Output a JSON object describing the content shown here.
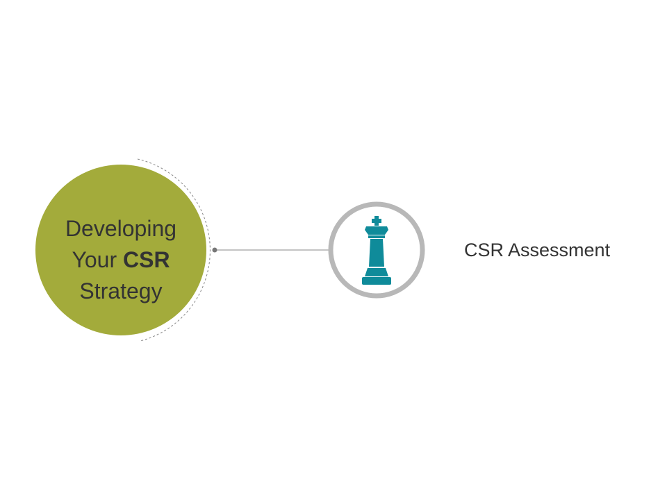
{
  "main_topic": {
    "line1": "Developing",
    "line2_prefix": "Your ",
    "line2_bold": "CSR",
    "line3": "Strategy"
  },
  "assessment": {
    "label": "CSR Assessment",
    "icon": "chess-king-icon"
  },
  "colors": {
    "main_circle": "#a3ab3b",
    "icon": "#0f8b9a",
    "ring": "#b8b8b8",
    "connector": "#8a8a8a",
    "dashed_arc": "#888888",
    "text": "#333333"
  }
}
